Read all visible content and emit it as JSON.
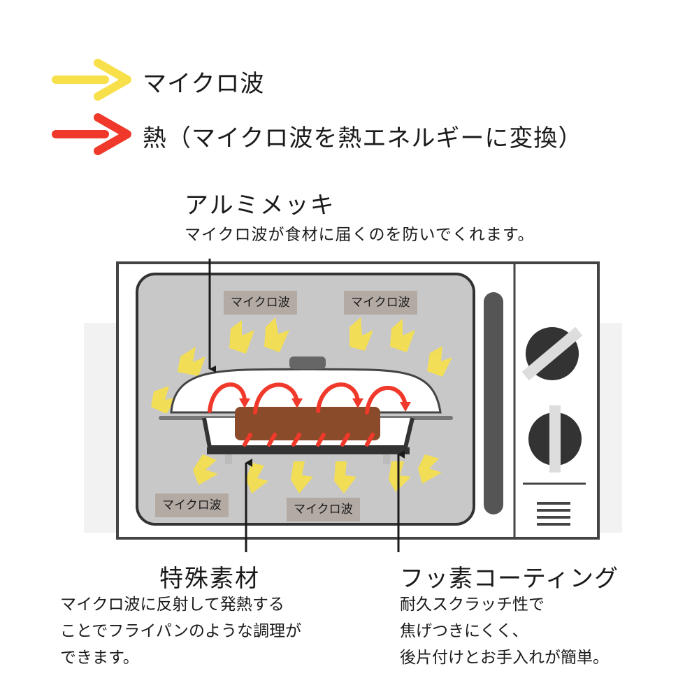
{
  "legend": [
    {
      "label": "マイクロ波",
      "color": "#f7e04a"
    },
    {
      "label": "熱（マイクロ波を熱エネルギーに変換）",
      "color": "#f0392b"
    }
  ],
  "aluminum": {
    "title": "アルミメッキ",
    "desc": "マイクロ波が食材に届くのを防いでくれます。"
  },
  "microwave_labels": [
    "マイクロ波",
    "マイクロ波",
    "マイクロ波",
    "マイクロ波"
  ],
  "special_material": {
    "title": "特殊素材",
    "desc": "マイクロ波に反射して発熱する\nことでフライパンのような調理が\nできます。"
  },
  "fluorine": {
    "title": "フッ素コーティング",
    "desc": "耐久スクラッチ性で\n焦げつきにくく、\n後片付けとお手入れが簡単。"
  },
  "colors": {
    "microwave_arrow": "#f7e04a",
    "heat_arrow": "#f0392b",
    "oven_interior": "#c8c8c8",
    "food": "#8a4b2a",
    "label_bg": "#b3aaa4"
  }
}
